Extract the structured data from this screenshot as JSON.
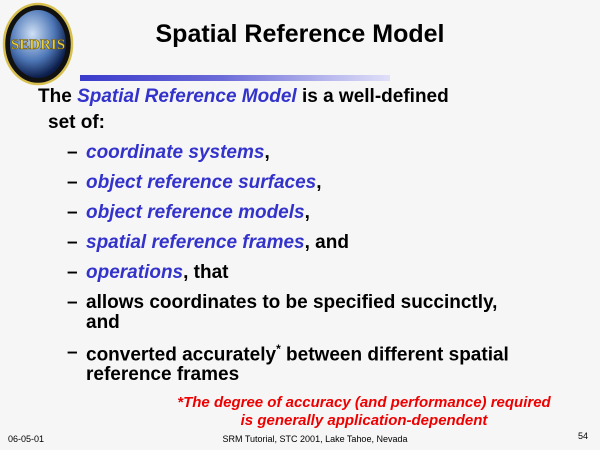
{
  "logo": {
    "text": "SEDRIS"
  },
  "title": "Spatial Reference Model",
  "intro": {
    "pre": "The ",
    "hl": "Spatial Reference Model",
    "post": " is a well-defined",
    "line2": "set of:"
  },
  "bullets": [
    {
      "hl": "coordinate systems",
      "post": ","
    },
    {
      "hl": "object reference surfaces",
      "post": ","
    },
    {
      "hl": "object reference models",
      "post": ","
    },
    {
      "hl": "spatial reference frames",
      "post": ", and"
    },
    {
      "hl": "operations",
      "post": ", that"
    }
  ],
  "bullet6": {
    "line1": "allows coordinates to be specified succinctly,",
    "line2": "and"
  },
  "bullet7": {
    "pre": "converted accurately",
    "sup": "*",
    "post": " between different spatial",
    "line2": "reference frames"
  },
  "dash": "–",
  "note": {
    "line1": "*The degree of accuracy (and performance) required",
    "line2": "is generally application-dependent"
  },
  "footer": {
    "date": "06-05-01",
    "center": "SRM Tutorial, STC 2001, Lake Tahoe, Nevada",
    "page": "54"
  }
}
